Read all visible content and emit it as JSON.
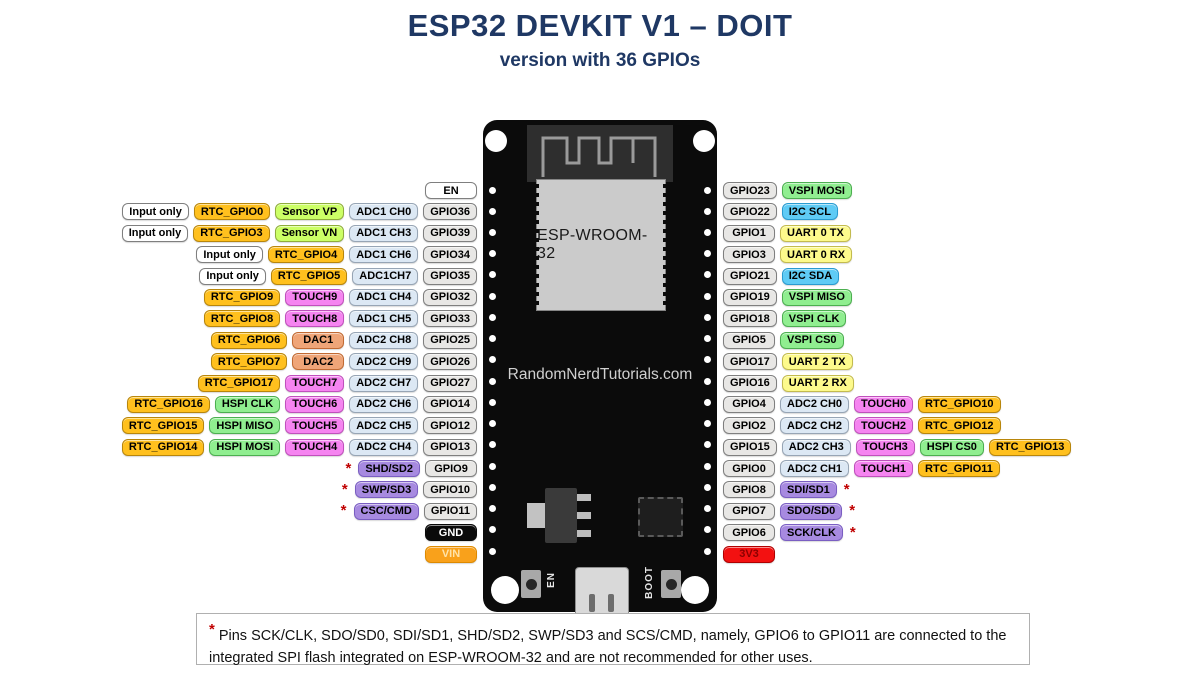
{
  "header": {
    "title": "ESP32 DEVKIT V1 – DOIT",
    "subtitle": "version with 36 GPIOs"
  },
  "board": {
    "module_label": "ESP-WROOM-32",
    "watermark": "RandomNerdTutorials.com",
    "en_label": "EN",
    "boot_label": "BOOT"
  },
  "colors": {
    "plain": {
      "bg": "#ffffff",
      "border": "#7f7f7f",
      "text": "#000000"
    },
    "gpio": {
      "bg": "#e8e7e5",
      "border": "#7f7f7f",
      "text": "#000000"
    },
    "rtc": {
      "bg": "#ffc01e",
      "border": "#b8860b",
      "text": "#000000"
    },
    "sensor": {
      "bg": "#ccff66",
      "border": "#8fad3b",
      "text": "#000000"
    },
    "adc": {
      "bg": "#dce8f4",
      "border": "#97a5b5",
      "text": "#000000"
    },
    "touch": {
      "bg": "#f584f0",
      "border": "#c050bc",
      "text": "#000000"
    },
    "dac": {
      "bg": "#efa578",
      "border": "#c16a33",
      "text": "#000000"
    },
    "spi": {
      "bg": "#90ee90",
      "border": "#4caf50",
      "text": "#000000"
    },
    "i2c": {
      "bg": "#5fcbf5",
      "border": "#2a9bd0",
      "text": "#000000"
    },
    "uart": {
      "bg": "#fdfa8c",
      "border": "#c3bb4e",
      "text": "#000000"
    },
    "flash": {
      "bg": "#a78ae0",
      "border": "#7a5ec2",
      "text": "#000000"
    },
    "gnd": {
      "bg": "#0a0a0a",
      "border": "#0a0a0a",
      "text": "#ffffff"
    },
    "vin": {
      "bg": "#f9a11b",
      "border": "#de8a00",
      "text": "#ffe3a9"
    },
    "v3": {
      "bg": "#f31111",
      "border": "#b00000",
      "text": "#8b0000"
    }
  },
  "left_pins": [
    {
      "note": null,
      "cells": [
        {
          "text": "EN",
          "type": "plain"
        }
      ]
    },
    {
      "note": null,
      "cells": [
        {
          "text": "Input only",
          "type": "plain"
        },
        {
          "text": "RTC_GPIO0",
          "type": "rtc"
        },
        {
          "text": "Sensor VP",
          "type": "sensor"
        },
        {
          "text": "ADC1 CH0",
          "type": "adc"
        },
        {
          "text": "GPIO36",
          "type": "gpio"
        }
      ]
    },
    {
      "note": null,
      "cells": [
        {
          "text": "Input only",
          "type": "plain"
        },
        {
          "text": "RTC_GPIO3",
          "type": "rtc"
        },
        {
          "text": "Sensor VN",
          "type": "sensor"
        },
        {
          "text": "ADC1 CH3",
          "type": "adc"
        },
        {
          "text": "GPIO39",
          "type": "gpio"
        }
      ]
    },
    {
      "note": null,
      "cells": [
        {
          "text": "Input only",
          "type": "plain"
        },
        {
          "text": "RTC_GPIO4",
          "type": "rtc"
        },
        {
          "text": "ADC1 CH6",
          "type": "adc"
        },
        {
          "text": "GPIO34",
          "type": "gpio"
        }
      ]
    },
    {
      "note": null,
      "cells": [
        {
          "text": "Input only",
          "type": "plain"
        },
        {
          "text": "RTC_GPIO5",
          "type": "rtc"
        },
        {
          "text": "ADC1CH7",
          "type": "adc"
        },
        {
          "text": "GPIO35",
          "type": "gpio"
        }
      ]
    },
    {
      "note": null,
      "cells": [
        {
          "text": "RTC_GPIO9",
          "type": "rtc"
        },
        {
          "text": "TOUCH9",
          "type": "touch"
        },
        {
          "text": "ADC1 CH4",
          "type": "adc"
        },
        {
          "text": "GPIO32",
          "type": "gpio"
        }
      ]
    },
    {
      "note": null,
      "cells": [
        {
          "text": "RTC_GPIO8",
          "type": "rtc"
        },
        {
          "text": "TOUCH8",
          "type": "touch"
        },
        {
          "text": "ADC1 CH5",
          "type": "adc"
        },
        {
          "text": "GPIO33",
          "type": "gpio"
        }
      ]
    },
    {
      "note": null,
      "cells": [
        {
          "text": "RTC_GPIO6",
          "type": "rtc"
        },
        {
          "text": "DAC1",
          "type": "dac"
        },
        {
          "text": "ADC2 CH8",
          "type": "adc"
        },
        {
          "text": "GPIO25",
          "type": "gpio"
        }
      ]
    },
    {
      "note": null,
      "cells": [
        {
          "text": "RTC_GPIO7",
          "type": "rtc"
        },
        {
          "text": "DAC2",
          "type": "dac"
        },
        {
          "text": "ADC2 CH9",
          "type": "adc"
        },
        {
          "text": "GPIO26",
          "type": "gpio"
        }
      ]
    },
    {
      "note": null,
      "cells": [
        {
          "text": "RTC_GPIO17",
          "type": "rtc"
        },
        {
          "text": "TOUCH7",
          "type": "touch"
        },
        {
          "text": "ADC2 CH7",
          "type": "adc"
        },
        {
          "text": "GPIO27",
          "type": "gpio"
        }
      ]
    },
    {
      "note": null,
      "cells": [
        {
          "text": "RTC_GPIO16",
          "type": "rtc"
        },
        {
          "text": "HSPI CLK",
          "type": "spi"
        },
        {
          "text": "TOUCH6",
          "type": "touch"
        },
        {
          "text": "ADC2 CH6",
          "type": "adc"
        },
        {
          "text": "GPIO14",
          "type": "gpio"
        }
      ]
    },
    {
      "note": null,
      "cells": [
        {
          "text": "RTC_GPIO15",
          "type": "rtc"
        },
        {
          "text": "HSPI MISO",
          "type": "spi"
        },
        {
          "text": "TOUCH5",
          "type": "touch"
        },
        {
          "text": "ADC2 CH5",
          "type": "adc"
        },
        {
          "text": "GPIO12",
          "type": "gpio"
        }
      ]
    },
    {
      "note": null,
      "cells": [
        {
          "text": "RTC_GPIO14",
          "type": "rtc"
        },
        {
          "text": "HSPI MOSI",
          "type": "spi"
        },
        {
          "text": "TOUCH4",
          "type": "touch"
        },
        {
          "text": "ADC2 CH4",
          "type": "adc"
        },
        {
          "text": "GPIO13",
          "type": "gpio"
        }
      ]
    },
    {
      "note": "pre",
      "cells": [
        {
          "text": "SHD/SD2",
          "type": "flash"
        },
        {
          "text": "GPIO9",
          "type": "gpio"
        }
      ]
    },
    {
      "note": "pre",
      "cells": [
        {
          "text": "SWP/SD3",
          "type": "flash"
        },
        {
          "text": "GPIO10",
          "type": "gpio"
        }
      ]
    },
    {
      "note": "pre",
      "cells": [
        {
          "text": "CSC/CMD",
          "type": "flash"
        },
        {
          "text": "GPIO11",
          "type": "gpio"
        }
      ]
    },
    {
      "note": null,
      "cells": [
        {
          "text": "GND",
          "type": "gnd"
        }
      ]
    },
    {
      "note": null,
      "cells": [
        {
          "text": "VIN",
          "type": "vin"
        }
      ]
    }
  ],
  "right_pins": [
    {
      "note": null,
      "cells": [
        {
          "text": "GPIO23",
          "type": "gpio"
        },
        {
          "text": "VSPI MOSI",
          "type": "spi"
        }
      ]
    },
    {
      "note": null,
      "cells": [
        {
          "text": "GPIO22",
          "type": "gpio"
        },
        {
          "text": "I2C SCL",
          "type": "i2c"
        }
      ]
    },
    {
      "note": null,
      "cells": [
        {
          "text": "GPIO1",
          "type": "gpio"
        },
        {
          "text": "UART 0 TX",
          "type": "uart"
        }
      ]
    },
    {
      "note": null,
      "cells": [
        {
          "text": "GPIO3",
          "type": "gpio"
        },
        {
          "text": "UART 0 RX",
          "type": "uart"
        }
      ]
    },
    {
      "note": null,
      "cells": [
        {
          "text": "GPIO21",
          "type": "gpio"
        },
        {
          "text": "I2C SDA",
          "type": "i2c"
        }
      ]
    },
    {
      "note": null,
      "cells": [
        {
          "text": "GPIO19",
          "type": "gpio"
        },
        {
          "text": "VSPI MISO",
          "type": "spi"
        }
      ]
    },
    {
      "note": null,
      "cells": [
        {
          "text": "GPIO18",
          "type": "gpio"
        },
        {
          "text": "VSPI CLK",
          "type": "spi"
        }
      ]
    },
    {
      "note": null,
      "cells": [
        {
          "text": "GPIO5",
          "type": "gpio"
        },
        {
          "text": "VSPI CS0",
          "type": "spi"
        }
      ]
    },
    {
      "note": null,
      "cells": [
        {
          "text": "GPIO17",
          "type": "gpio"
        },
        {
          "text": "UART 2 TX",
          "type": "uart"
        }
      ]
    },
    {
      "note": null,
      "cells": [
        {
          "text": "GPIO16",
          "type": "gpio"
        },
        {
          "text": "UART 2 RX",
          "type": "uart"
        }
      ]
    },
    {
      "note": null,
      "cells": [
        {
          "text": "GPIO4",
          "type": "gpio"
        },
        {
          "text": "ADC2 CH0",
          "type": "adc"
        },
        {
          "text": "TOUCH0",
          "type": "touch"
        },
        {
          "text": "RTC_GPIO10",
          "type": "rtc"
        }
      ]
    },
    {
      "note": null,
      "cells": [
        {
          "text": "GPIO2",
          "type": "gpio"
        },
        {
          "text": "ADC2 CH2",
          "type": "adc"
        },
        {
          "text": "TOUCH2",
          "type": "touch"
        },
        {
          "text": "RTC_GPIO12",
          "type": "rtc"
        }
      ]
    },
    {
      "note": null,
      "cells": [
        {
          "text": "GPIO15",
          "type": "gpio"
        },
        {
          "text": "ADC2 CH3",
          "type": "adc"
        },
        {
          "text": "TOUCH3",
          "type": "touch"
        },
        {
          "text": "HSPI CS0",
          "type": "spi"
        },
        {
          "text": "RTC_GPIO13",
          "type": "rtc"
        }
      ]
    },
    {
      "note": null,
      "cells": [
        {
          "text": "GPIO0",
          "type": "gpio"
        },
        {
          "text": "ADC2 CH1",
          "type": "adc"
        },
        {
          "text": "TOUCH1",
          "type": "touch"
        },
        {
          "text": "RTC_GPIO11",
          "type": "rtc"
        }
      ]
    },
    {
      "note": "post",
      "cells": [
        {
          "text": "GPIO8",
          "type": "gpio"
        },
        {
          "text": "SDI/SD1",
          "type": "flash"
        }
      ]
    },
    {
      "note": "post",
      "cells": [
        {
          "text": "GPIO7",
          "type": "gpio"
        },
        {
          "text": "SDO/SD0",
          "type": "flash"
        }
      ]
    },
    {
      "note": "post",
      "cells": [
        {
          "text": "GPIO6",
          "type": "gpio"
        },
        {
          "text": "SCK/CLK",
          "type": "flash"
        }
      ]
    },
    {
      "note": null,
      "cells": [
        {
          "text": "3V3",
          "type": "v3"
        }
      ]
    }
  ],
  "footnote": {
    "asterisk": "*",
    "text": "Pins SCK/CLK, SDO/SD0, SDI/SD1, SHD/SD2, SWP/SD3 and SCS/CMD, namely, GPIO6 to GPIO11 are connected to the integrated SPI flash integrated on ESP-WROOM-32 and are not recommended for other uses."
  }
}
